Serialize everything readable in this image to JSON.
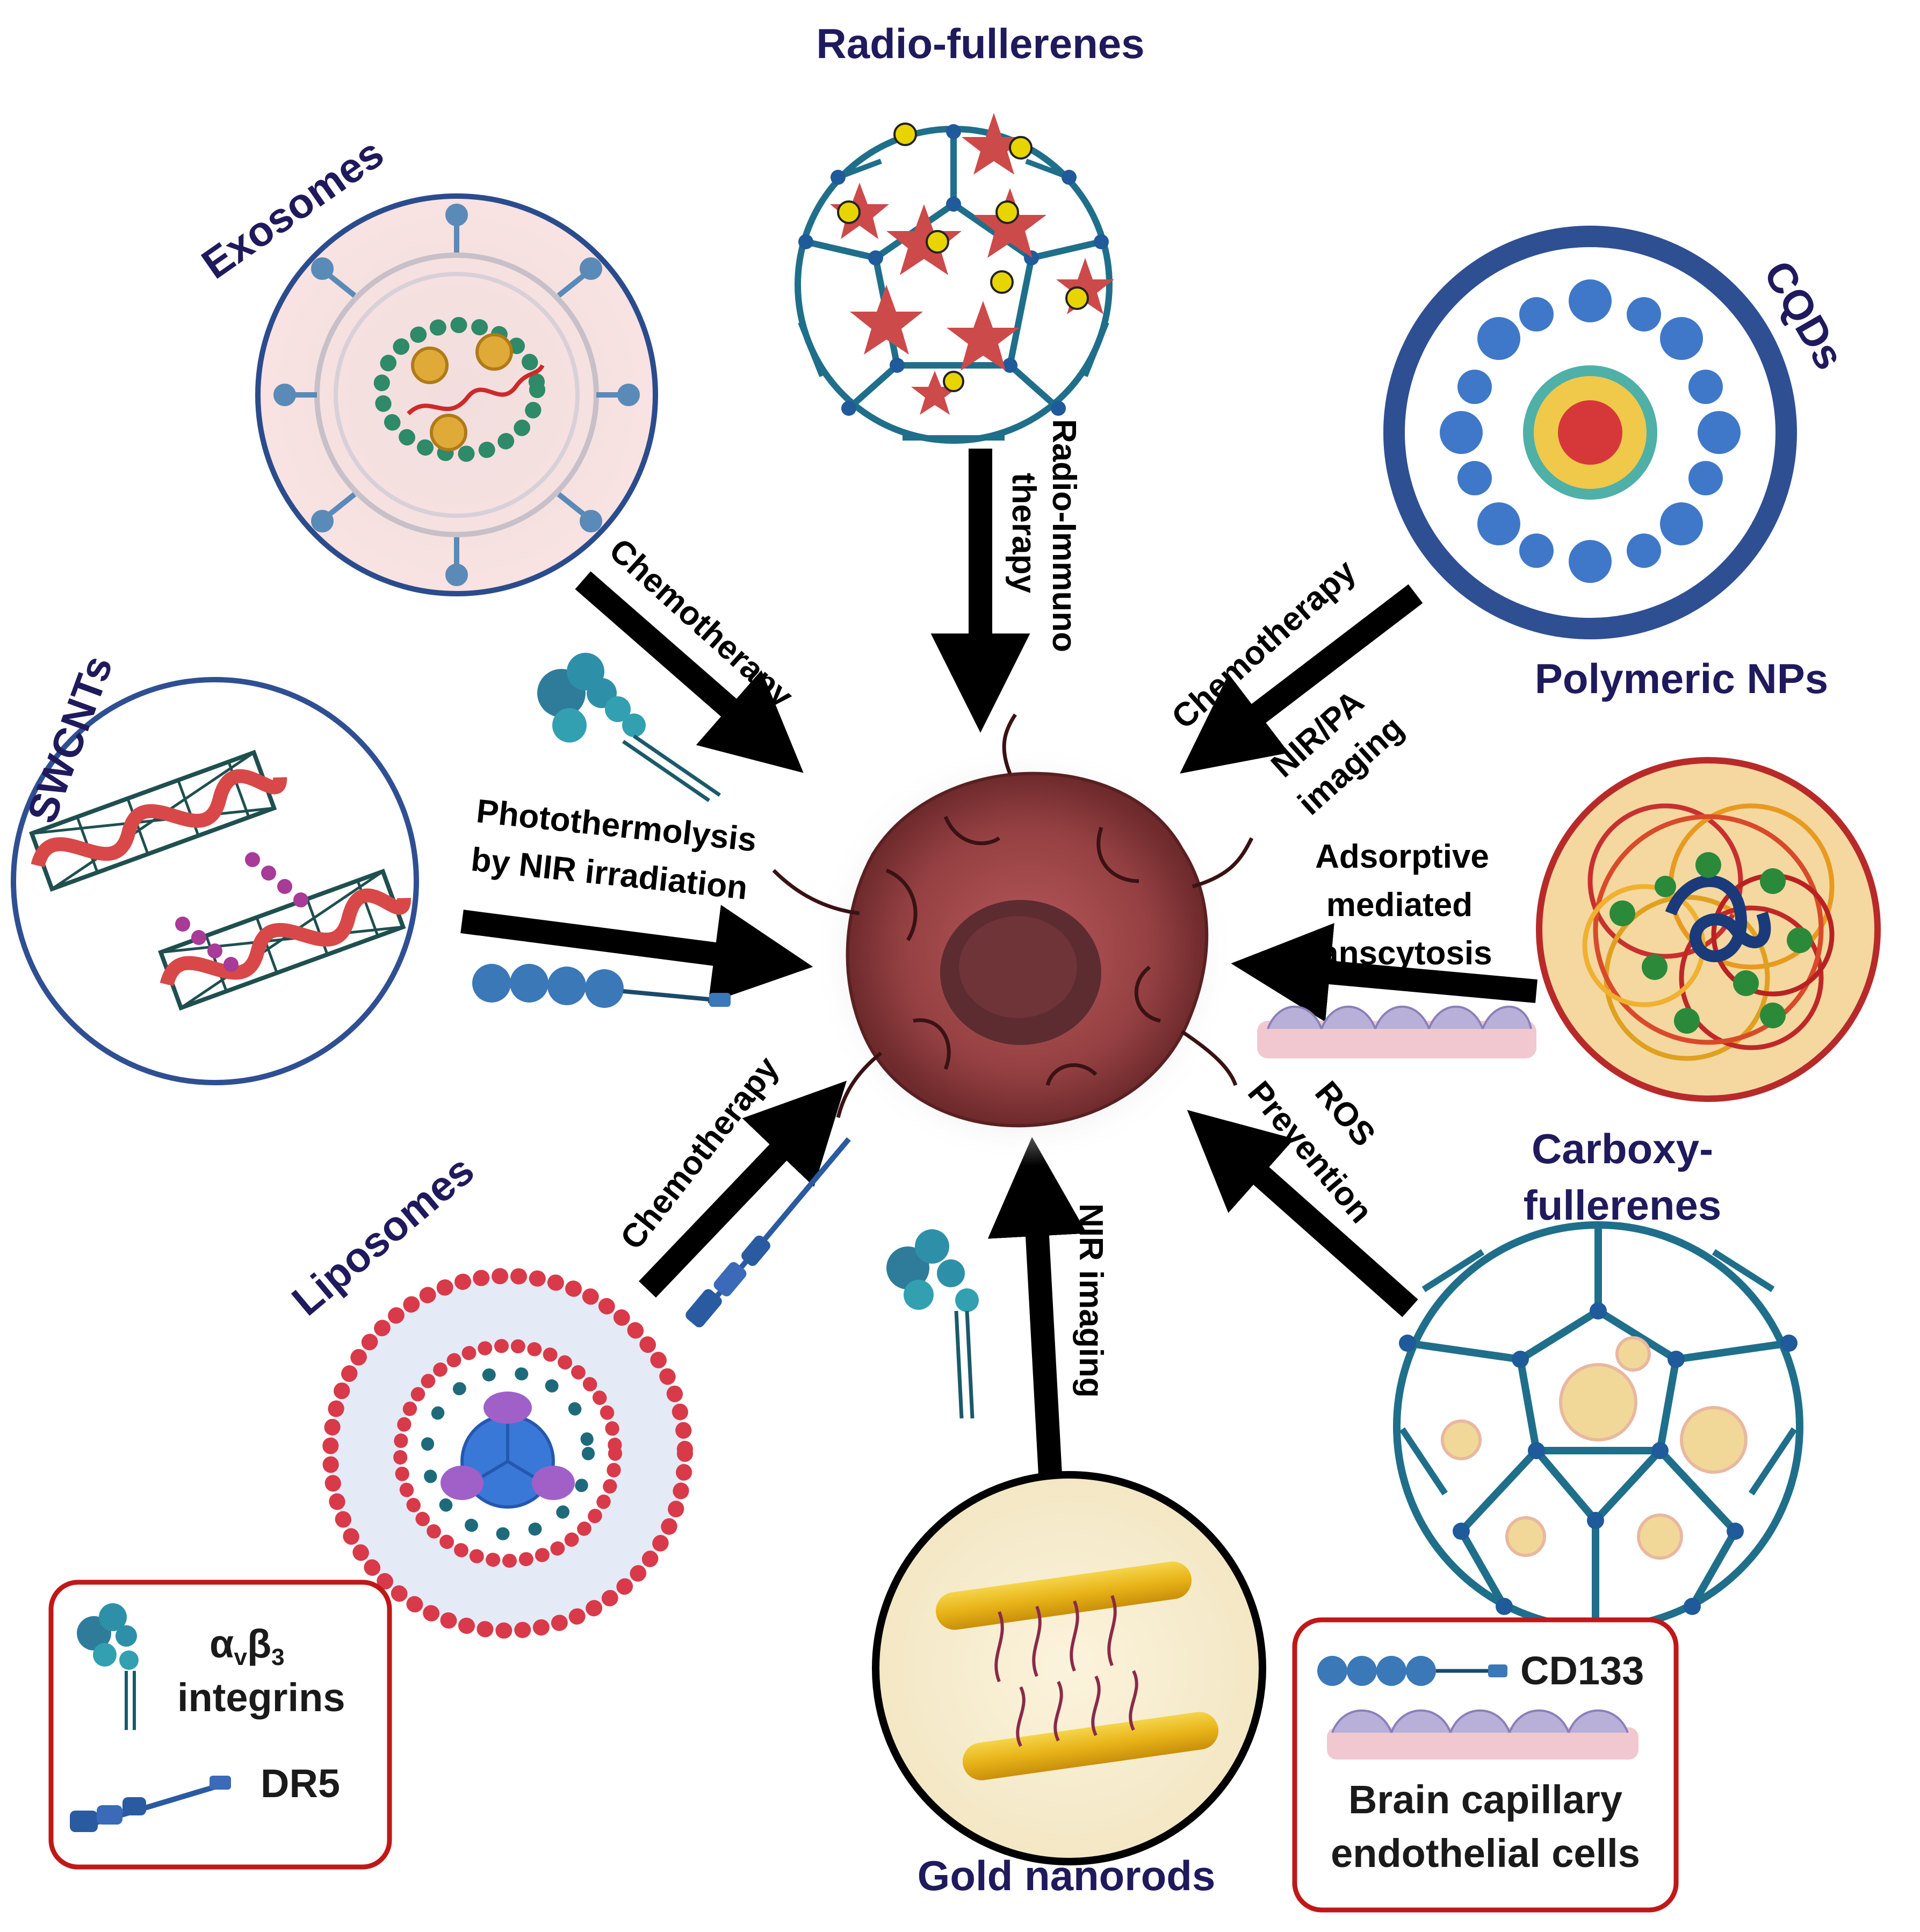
{
  "nanocarriers": {
    "radio_fullerenes": "Radio-fullerenes",
    "exosomes": "Exosomes",
    "cqds": "CQDs",
    "polymeric_nps": "Polymeric NPs",
    "swcnts": "SWCNTs",
    "liposomes": "Liposomes",
    "carboxy_fullerenes_1": "Carboxy-",
    "carboxy_fullerenes_2": "fullerenes",
    "gold_nanorods": "Gold nanorods"
  },
  "processes": {
    "radio_immuno_1": "Radio-Immuno",
    "radio_immuno_2": "therapy",
    "exo_chemo": "Chemotherapy",
    "cqd_chemo": "Chemotherapy",
    "nirpa_1": "NIR/PA",
    "nirpa_2": "imaging",
    "photo_1": "Photothermolysis",
    "photo_2": "by NIR irradiation",
    "amt_1": "Adsorptive",
    "amt_2": "mediated",
    "amt_3": "transcytosis",
    "lipo_chemo": "Chemotherapy",
    "nir_imaging": "NIR imaging",
    "ros_1": "ROS",
    "ros_2": "Prevention"
  },
  "legend_left": {
    "integrin_alpha": "α",
    "integrin_v": "v",
    "integrin_beta": "β",
    "integrin_3": "3",
    "integrins": "integrins",
    "dr5": "DR5"
  },
  "legend_right": {
    "cd133": "CD133",
    "bcec_1": "Brain capillary",
    "bcec_2": "endothelial cells"
  },
  "colors": {
    "title": "#1f1a5c",
    "arrow": "#000000",
    "legend_border": "#c01818",
    "fullerene": "#1f6f8b",
    "tumor": "#8a3a3a"
  }
}
